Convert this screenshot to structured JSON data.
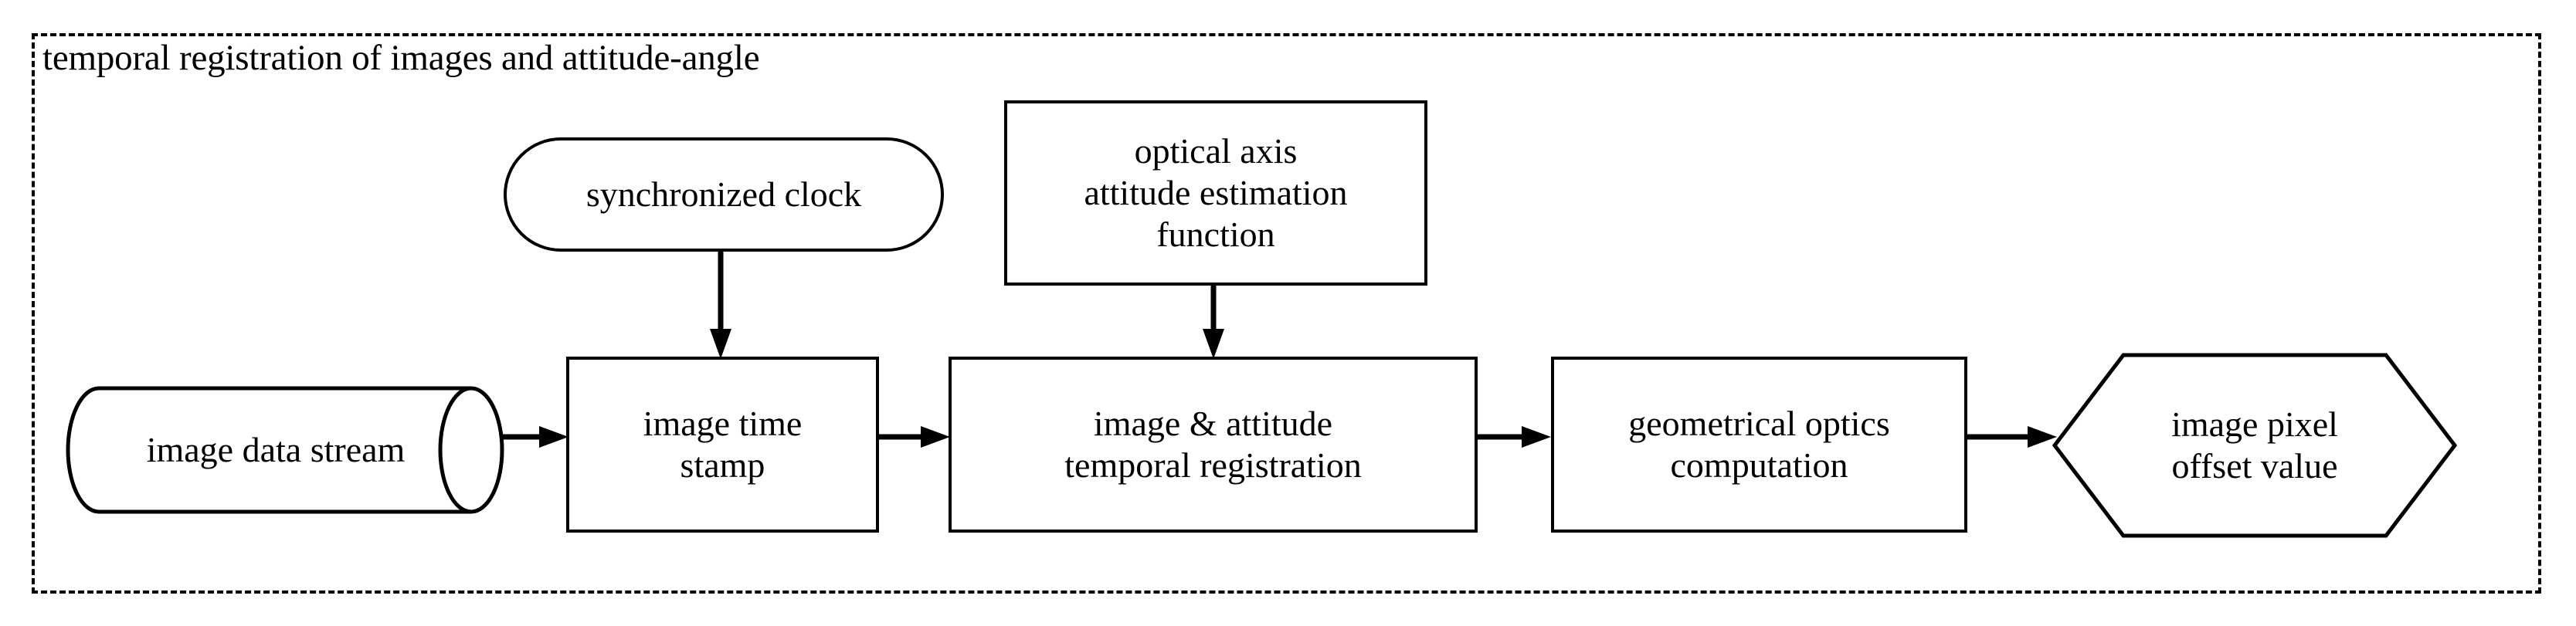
{
  "diagram": {
    "title": "temporal registration of images and attitude-angle",
    "nodes": {
      "image_data_stream": {
        "label": "image data stream",
        "shape": "cylinder"
      },
      "synchronized_clock": {
        "label": "synchronized clock",
        "shape": "stadium"
      },
      "optical_axis_function": {
        "label": "optical axis\nattitude estimation\nfunction",
        "shape": "rectangle"
      },
      "image_time_stamp": {
        "label": "image time\nstamp",
        "shape": "rectangle"
      },
      "image_attitude_registration": {
        "label": "image & attitude\ntemporal registration",
        "shape": "rectangle"
      },
      "geometrical_optics_computation": {
        "label": "geometrical optics\ncomputation",
        "shape": "rectangle"
      },
      "image_pixel_offset_value": {
        "label": "image pixel\noffset value",
        "shape": "hexagon"
      }
    },
    "edges": [
      {
        "from": "image_data_stream",
        "to": "image_time_stamp",
        "direction": "right"
      },
      {
        "from": "synchronized_clock",
        "to": "image_time_stamp",
        "direction": "down"
      },
      {
        "from": "image_time_stamp",
        "to": "image_attitude_registration",
        "direction": "right"
      },
      {
        "from": "optical_axis_function",
        "to": "image_attitude_registration",
        "direction": "down"
      },
      {
        "from": "image_attitude_registration",
        "to": "geometrical_optics_computation",
        "direction": "right"
      },
      {
        "from": "geometrical_optics_computation",
        "to": "image_pixel_offset_value",
        "direction": "right"
      }
    ],
    "colors": {
      "stroke": "#000000",
      "fill": "#ffffff",
      "text": "#000000"
    }
  }
}
